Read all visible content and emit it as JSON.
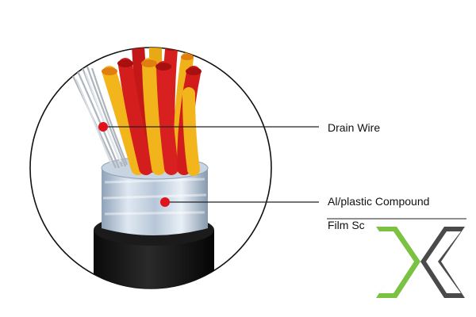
{
  "labels": {
    "drain_wire": "Drain Wire",
    "compound_film_line1": "Al/plastic Compound",
    "compound_film_line2": "Film Sc"
  },
  "colors": {
    "background": "#ffffff",
    "circle_outline": "#111111",
    "callout_line": "#222222",
    "marker_dot": "#e0121b",
    "jacket": "#111111",
    "shield_foil": "#b9c8d8",
    "core_red": "#d61f1f",
    "core_yellow": "#f0b21a",
    "drain_wire": "#c7ccd2",
    "logo_green": "#7cc242",
    "logo_grey": "#4a4a4a"
  },
  "icons": {
    "cable": "cable-cross-section-icon",
    "logo": "x-logo-icon"
  }
}
